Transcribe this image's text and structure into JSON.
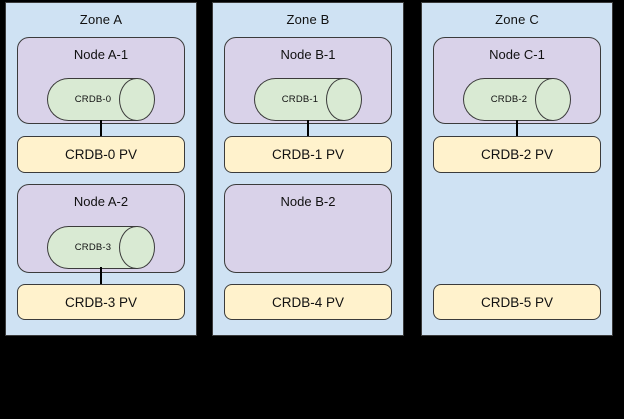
{
  "diagram": {
    "description": "Three availability zones with Kubernetes nodes hosting CRDB pods and persistent volumes",
    "colors": {
      "background": "#000000",
      "zone_fill": "#cfe2f3",
      "node_fill": "#d9d2e9",
      "db_fill": "#d9ead3",
      "pv_fill": "#fff2cc",
      "line": "#3b3b3b",
      "text": "#111111"
    },
    "zones": [
      {
        "label": "Zone A",
        "rows": [
          {
            "node_label": "Node A-1",
            "db_label": "CRDB-0",
            "pv_label": "CRDB-0 PV",
            "has_node": true,
            "has_db": true,
            "connected": true
          },
          {
            "node_label": "Node A-2",
            "db_label": "CRDB-3",
            "pv_label": "CRDB-3 PV",
            "has_node": true,
            "has_db": true,
            "connected": true
          }
        ]
      },
      {
        "label": "Zone B",
        "rows": [
          {
            "node_label": "Node B-1",
            "db_label": "CRDB-1",
            "pv_label": "CRDB-1 PV",
            "has_node": true,
            "has_db": true,
            "connected": true
          },
          {
            "node_label": "Node B-2",
            "db_label": null,
            "pv_label": "CRDB-4 PV",
            "has_node": true,
            "has_db": false,
            "connected": false
          }
        ]
      },
      {
        "label": "Zone C",
        "rows": [
          {
            "node_label": "Node C-1",
            "db_label": "CRDB-2",
            "pv_label": "CRDB-2 PV",
            "has_node": true,
            "has_db": true,
            "connected": true
          },
          {
            "node_label": null,
            "db_label": null,
            "pv_label": "CRDB-5 PV",
            "has_node": false,
            "has_db": false,
            "connected": false
          }
        ]
      }
    ]
  }
}
